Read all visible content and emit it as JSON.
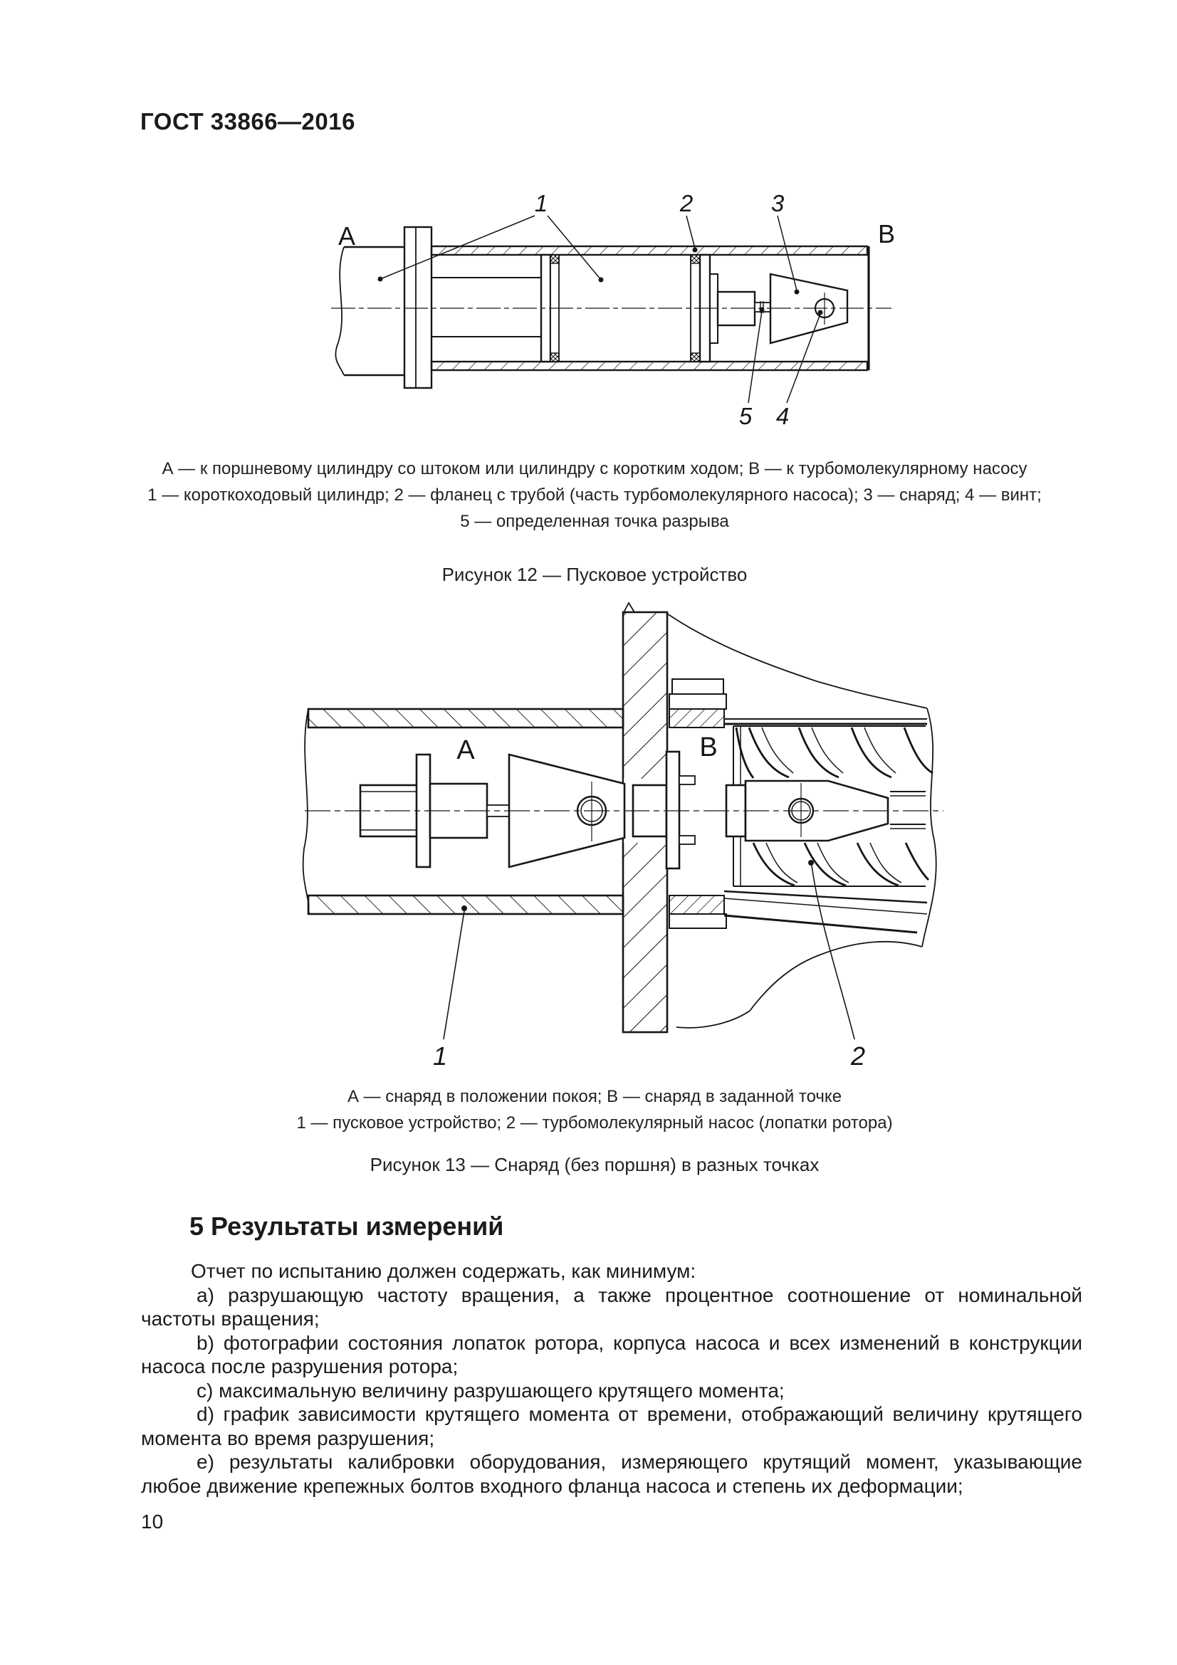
{
  "page": {
    "header": "ГОСТ 33866—2016",
    "page_number": "10"
  },
  "figure12": {
    "marks": {
      "a": "А",
      "b": "В",
      "n1": "1",
      "n2": "2",
      "n3": "3",
      "n4": "4",
      "n5": "5"
    },
    "caption_lines": [
      "А — к поршневому цилиндру со штоком или цилиндру с коротким ходом; В — к турбомолекулярному насосу",
      "1 — короткоходовый цилиндр; 2 — фланец с трубой (часть турбомолекулярного насоса); 3 — снаряд; 4 — винт;",
      "5 — определенная точка разрыва"
    ],
    "title": "Рисунок 12 — Пусковое устройство"
  },
  "figure13": {
    "marks": {
      "a": "А",
      "b": "В",
      "n1": "1",
      "n2": "2"
    },
    "caption_lines": [
      "А — снаряд в положении покоя; В — снаряд в заданной точке",
      "1 — пусковое устройство; 2 — турбомолекулярный насос (лопатки ротора)"
    ],
    "title": "Рисунок 13 — Снаряд (без поршня) в разных точках"
  },
  "section5": {
    "heading": "5  Результаты измерений",
    "intro": "Отчет по испытанию должен содержать, как минимум:",
    "items": [
      "a)  разрушающую частоту вращения, а также процентное соотношение от номинальной частоты вращения;",
      "b)  фотографии состояния лопаток ротора, корпуса насоса и всех изменений в конструкции насоса после разрушения ротора;",
      "c)  максимальную величину разрушающего крутящего момента;",
      "d)  график зависимости крутящего момента от времени, отображающий величину крутящего момента во время разрушения;",
      "e)  результаты калибровки оборудования, измеряющего крутящий момент, указывающие любое движение крепежных болтов входного фланца насоса и степень их деформации;"
    ]
  }
}
